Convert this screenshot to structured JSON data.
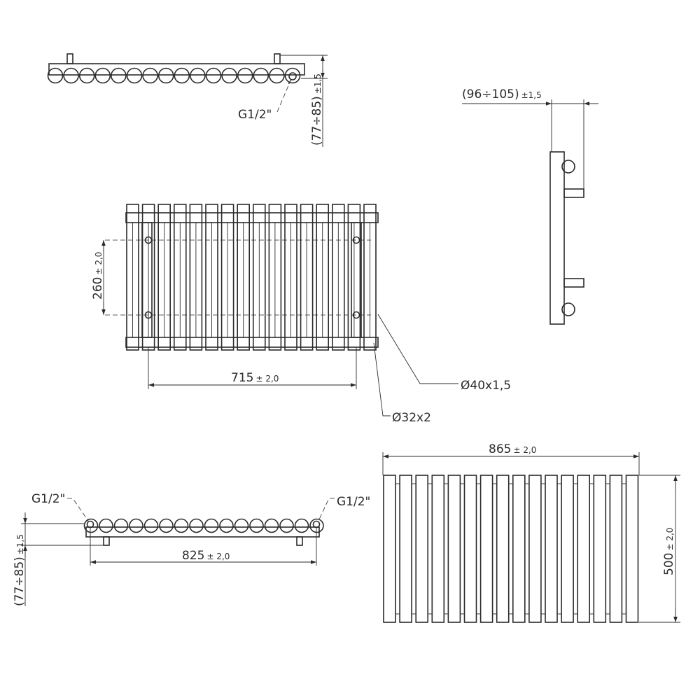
{
  "top_view": {
    "thread": "G1/2\"",
    "depth": "(77÷85)",
    "depth_tol": "±1,5"
  },
  "side_view": {
    "depth": "(96÷105)",
    "depth_tol": "±1,5"
  },
  "front_view": {
    "axis_height": "260",
    "axis_height_tol": "± 2,0",
    "axis_width": "715",
    "axis_width_tol": "± 2,0",
    "header_pipe": "Ø40x1,5",
    "column_pipe": "Ø32x2"
  },
  "bottom_view": {
    "thread_left": "G1/2\"",
    "thread_right": "G1/2\"",
    "connection_width": "825",
    "connection_width_tol": "± 2,0",
    "depth": "(77÷85)",
    "depth_tol": "±1,5"
  },
  "overall_view": {
    "width": "865",
    "width_tol": "± 2,0",
    "height": "500",
    "height_tol": "± 2,0"
  }
}
